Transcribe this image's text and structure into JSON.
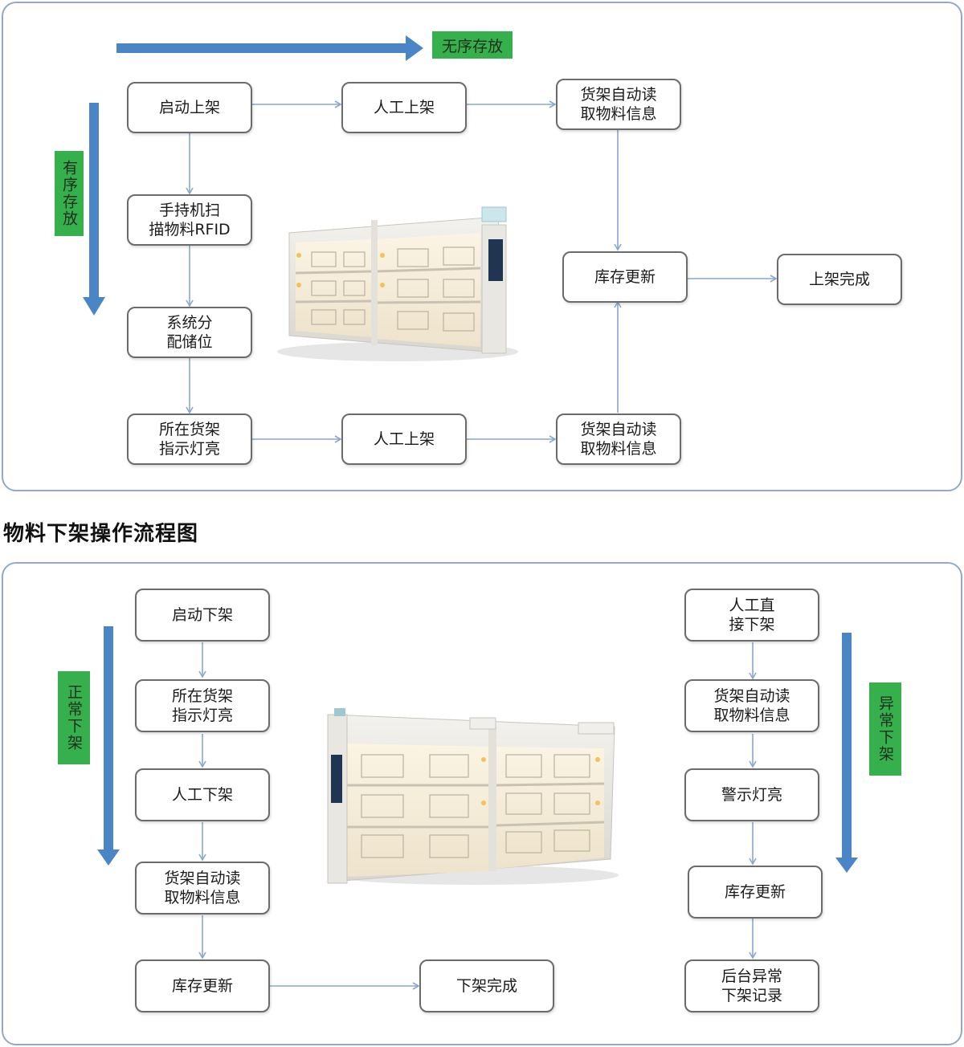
{
  "section_title": "物料下架操作流程图",
  "shelving": {
    "mode_unordered": "无序存放",
    "mode_ordered": "有序存放",
    "start": "启动上架",
    "manual_top": "人工上架",
    "read_top": "货架自动读\n取物料信息",
    "scan": "手持机扫\n描物料RFID",
    "assign": "系统分\n配储位",
    "indicator": "所在货架\n指示灯亮",
    "manual_bottom": "人工上架",
    "read_bottom": "货架自动读\n取物料信息",
    "update": "库存更新",
    "done": "上架完成"
  },
  "unshelving": {
    "mode_normal": "正常下架",
    "mode_abnormal": "异常下架",
    "start": "启动下架",
    "indicator": "所在货架\n指示灯亮",
    "manual": "人工下架",
    "read": "货架自动读\n取物料信息",
    "update": "库存更新",
    "done": "下架完成",
    "direct": "人工直\n接下架",
    "read_abnormal": "货架自动读\n取物料信息",
    "warning": "警示灯亮",
    "update_abnormal": "库存更新",
    "record": "后台异常\n下架记录"
  },
  "colors": {
    "big_arrow": "#4a86c5",
    "tag_green": "#35b04d",
    "connector": "#8aa7d0",
    "panel_border": "#93a9c9"
  }
}
